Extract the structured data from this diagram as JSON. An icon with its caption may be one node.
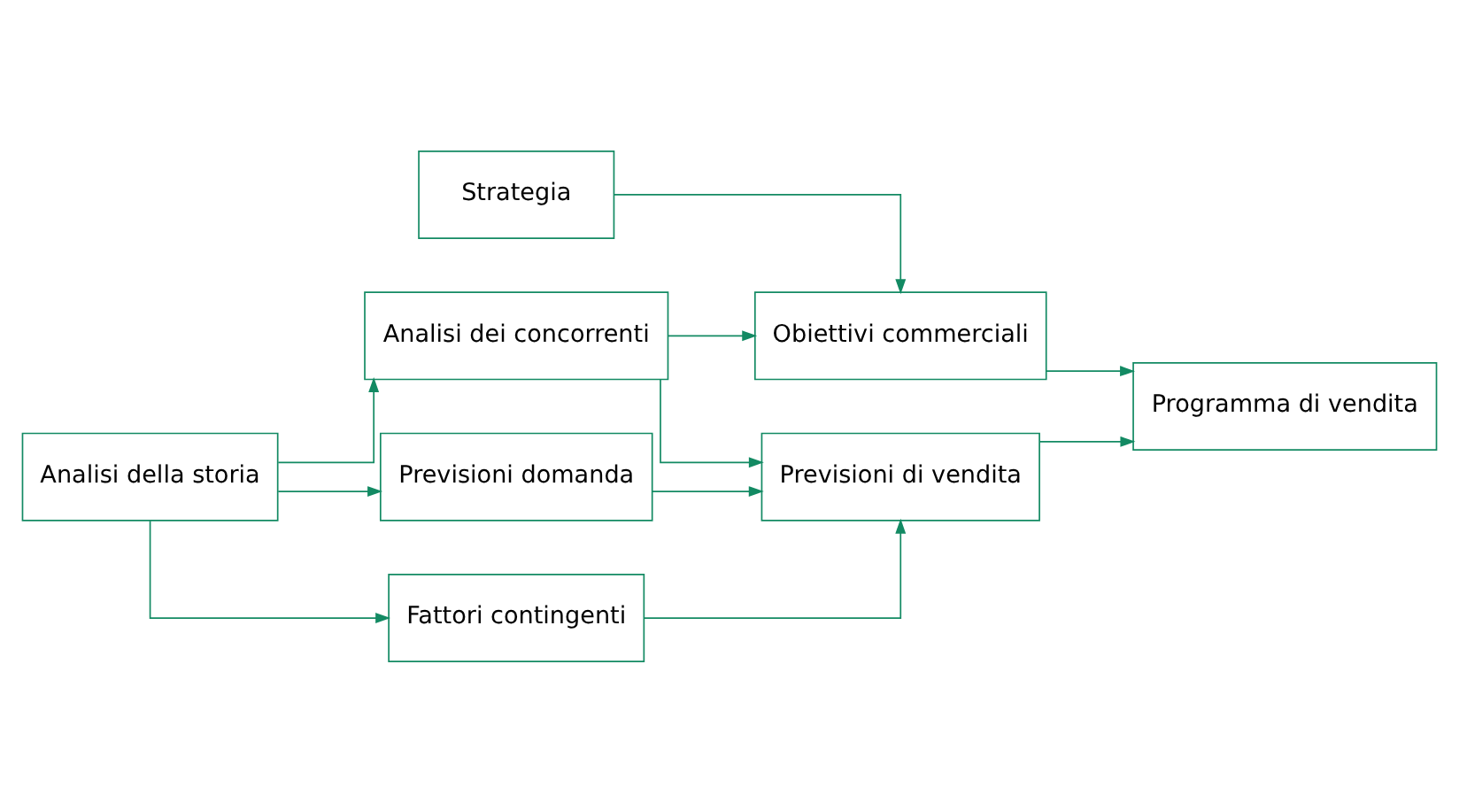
{
  "diagram": {
    "nodes": [
      {
        "text": [
          "Analisi della storia"
        ]
      },
      {
        "text": [
          "Strategia"
        ]
      },
      {
        "text": [
          "Analisi dei concorrenti"
        ]
      },
      {
        "text": [
          "Obiettivi commerciali"
        ]
      },
      {
        "text": [
          "Previsioni domanda"
        ]
      },
      {
        "text": [
          "Previsioni di vendita"
        ]
      },
      {
        "text": [
          "Fattori contingenti"
        ]
      },
      {
        "text": [
          "Programma di vendita"
        ]
      }
    ],
    "edges": [
      {
        "from": 0,
        "to": 2,
        "arrow": "to"
      },
      {
        "from": 0,
        "to": 4,
        "arrow": "to"
      },
      {
        "from": 0,
        "to": 6,
        "arrow": "to"
      },
      {
        "from": 1,
        "to": 3,
        "arrow": "to"
      },
      {
        "from": 2,
        "to": 3,
        "arrow": "to"
      },
      {
        "from": 2,
        "to": 5,
        "arrow": "to"
      },
      {
        "from": 4,
        "to": 5,
        "arrow": "to"
      },
      {
        "from": 6,
        "to": 5,
        "arrow": "to"
      },
      {
        "from": 3,
        "to": 7,
        "arrow": "to"
      },
      {
        "from": 5,
        "to": 7,
        "arrow": "to"
      }
    ]
  }
}
